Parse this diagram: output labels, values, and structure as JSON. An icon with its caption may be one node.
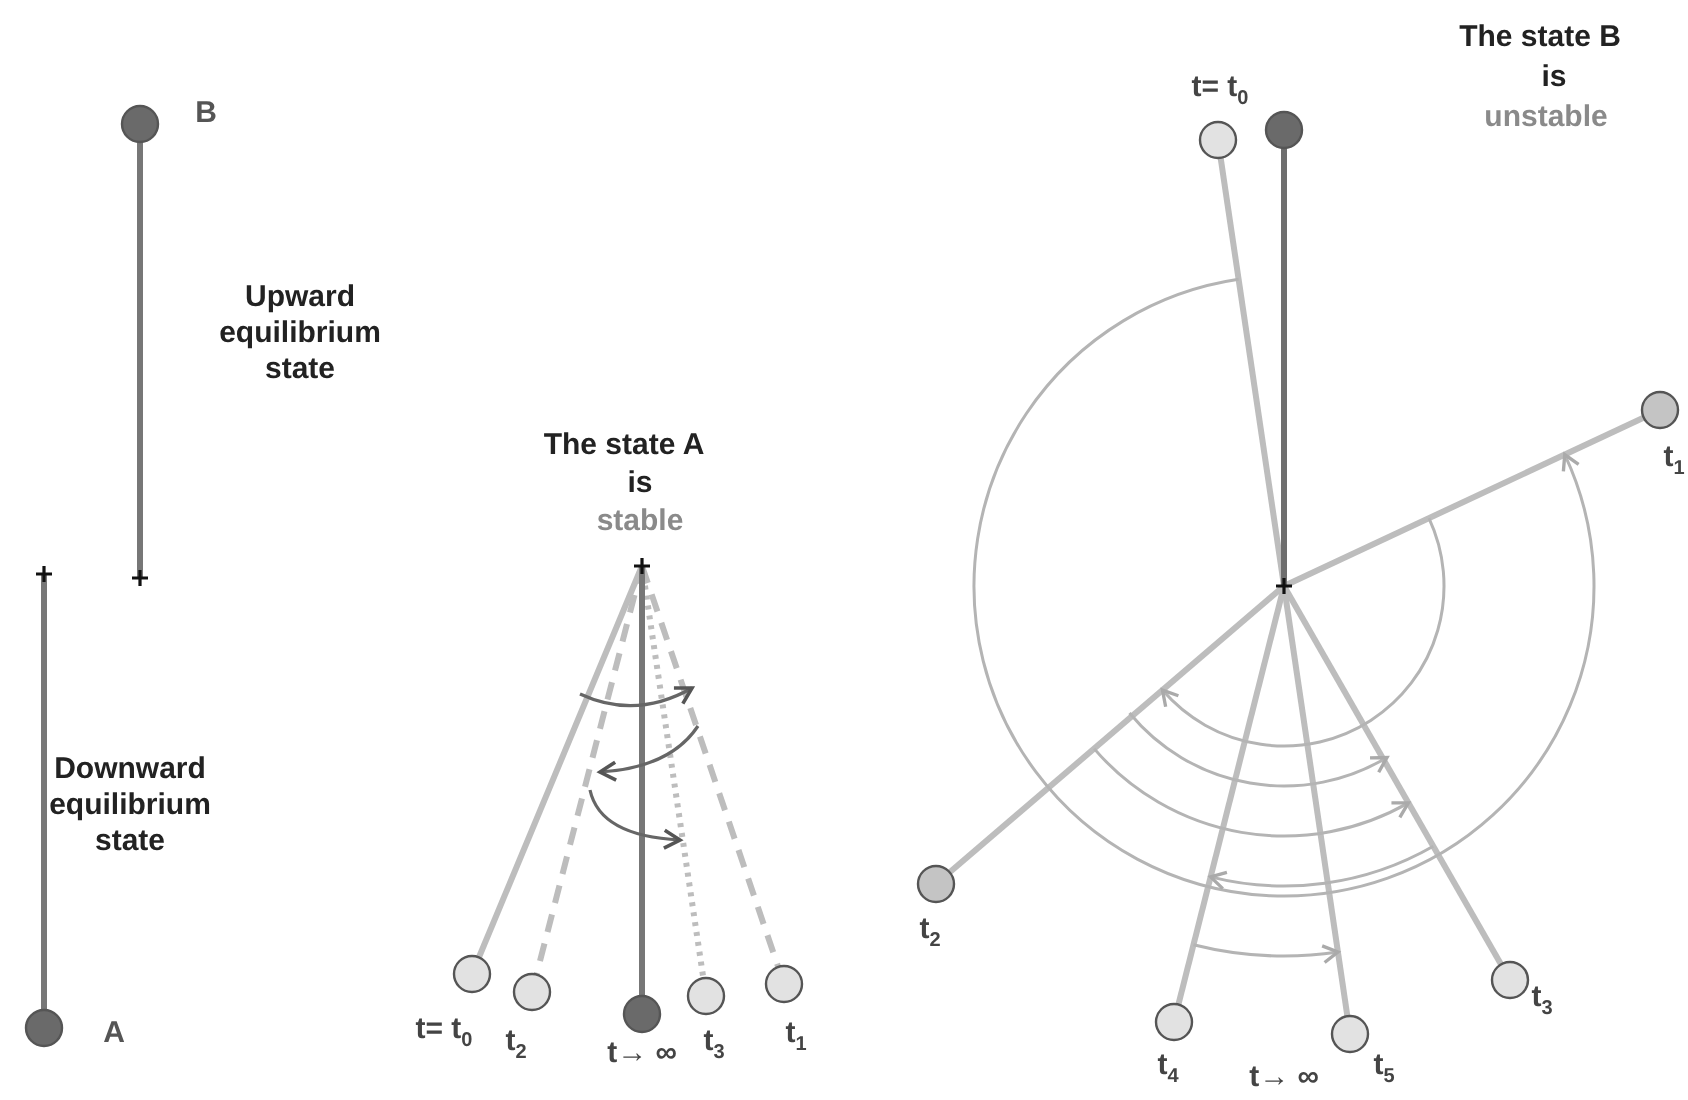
{
  "diagram": {
    "labels": [
      "B",
      "Upward equilibrium state",
      "Downward equilibrium state",
      "A",
      "The state A",
      "is",
      "stable",
      "t= t$_{0}$",
      "t$_{2}$",
      "t→ ∞",
      "t$_{3}$",
      "t$_{1}$",
      "t= t$_{0}$",
      "The state B",
      "is",
      "unstable",
      "t$_{1}$",
      "t$_{2}$",
      "t$_{3}$",
      "t$_{4}$",
      "t→ ∞",
      "t$_{5}$"
    ]
  }
}
